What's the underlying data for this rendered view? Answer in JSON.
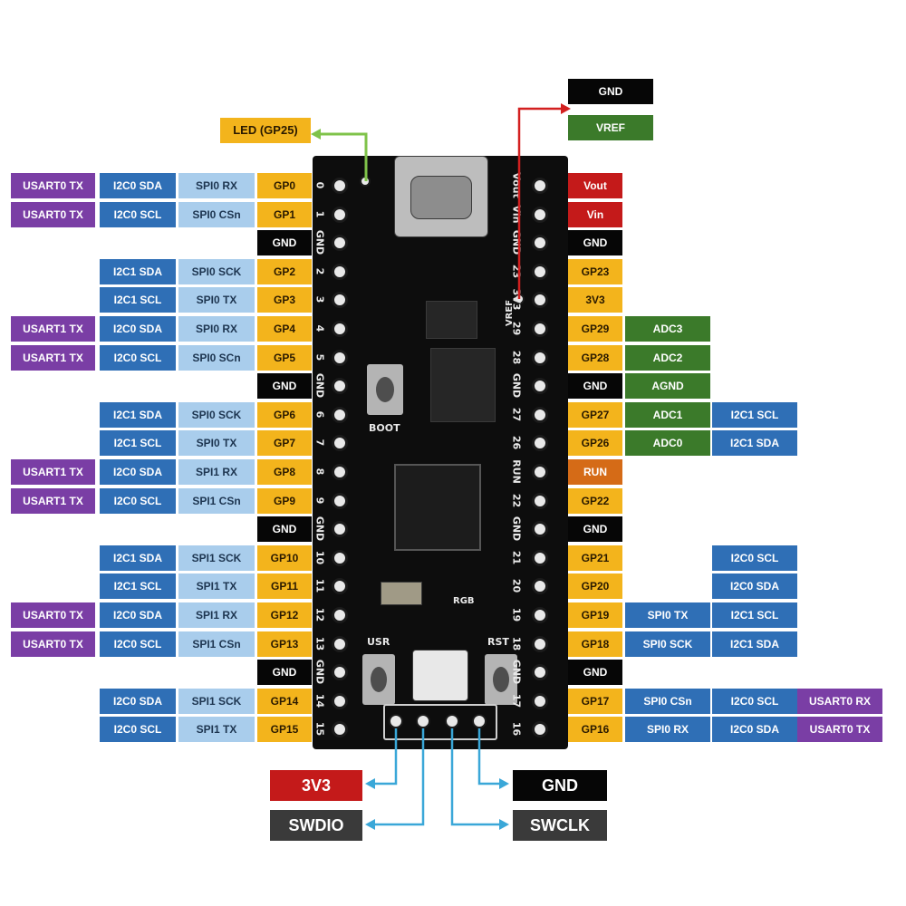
{
  "top": {
    "led": "LED (GP25)",
    "gnd": "GND",
    "vref": "VREF"
  },
  "left_rows": [
    {
      "uart": "USART0 TX",
      "i2c": "I2C0 SDA",
      "spi": "SPI0 RX",
      "gp": "GP0",
      "silk": "0"
    },
    {
      "uart": "USART0 TX",
      "i2c": "I2C0 SCL",
      "spi": "SPI0 CSn",
      "gp": "GP1",
      "silk": "1"
    },
    {
      "gp": "GND",
      "silk": "GND",
      "gnd": true
    },
    {
      "i2c": "I2C1 SDA",
      "spi": "SPI0 SCK",
      "gp": "GP2",
      "silk": "2"
    },
    {
      "i2c": "I2C1 SCL",
      "spi": "SPI0 TX",
      "gp": "GP3",
      "silk": "3"
    },
    {
      "uart": "USART1 TX",
      "i2c": "I2C0 SDA",
      "spi": "SPI0 RX",
      "gp": "GP4",
      "silk": "4"
    },
    {
      "uart": "USART1 TX",
      "i2c": "I2C0 SCL",
      "spi": "SPI0 SCn",
      "gp": "GP5",
      "silk": "5"
    },
    {
      "gp": "GND",
      "silk": "GND",
      "gnd": true
    },
    {
      "i2c": "I2C1 SDA",
      "spi": "SPI0 SCK",
      "gp": "GP6",
      "silk": "6"
    },
    {
      "i2c": "I2C1 SCL",
      "spi": "SPI0 TX",
      "gp": "GP7",
      "silk": "7"
    },
    {
      "uart": "USART1 TX",
      "i2c": "I2C0 SDA",
      "spi": "SPI1 RX",
      "gp": "GP8",
      "silk": "8"
    },
    {
      "uart": "USART1 TX",
      "i2c": "I2C0 SCL",
      "spi": "SPI1 CSn",
      "gp": "GP9",
      "silk": "9"
    },
    {
      "gp": "GND",
      "silk": "GND",
      "gnd": true
    },
    {
      "i2c": "I2C1 SDA",
      "spi": "SPI1 SCK",
      "gp": "GP10",
      "silk": "10"
    },
    {
      "i2c": "I2C1 SCL",
      "spi": "SPI1 TX",
      "gp": "GP11",
      "silk": "11"
    },
    {
      "uart": "USART0 TX",
      "i2c": "I2C0 SDA",
      "spi": "SPI1 RX",
      "gp": "GP12",
      "silk": "12"
    },
    {
      "uart": "USART0 TX",
      "i2c": "I2C0 SCL",
      "spi": "SPI1 CSn",
      "gp": "GP13",
      "silk": "13"
    },
    {
      "gp": "GND",
      "silk": "GND",
      "gnd": true
    },
    {
      "i2c": "I2C0 SDA",
      "spi": "SPI1 SCK",
      "gp": "GP14",
      "silk": "14"
    },
    {
      "i2c": "I2C0 SCL",
      "spi": "SPI1 TX",
      "gp": "GP15",
      "silk": "15"
    }
  ],
  "right_rows": [
    {
      "gp": "Vout",
      "silk": "Vout",
      "cls": "pwr"
    },
    {
      "gp": "Vin",
      "silk": "Vin",
      "cls": "pwr"
    },
    {
      "gp": "GND",
      "silk": "GND",
      "cls": "gnd"
    },
    {
      "gp": "GP23",
      "silk": "23",
      "cls": "gp"
    },
    {
      "gp": "3V3",
      "silk": "3V3",
      "cls": "gp"
    },
    {
      "gp": "GP29",
      "silk": "29",
      "cls": "gp",
      "adc": "ADC3"
    },
    {
      "gp": "GP28",
      "silk": "28",
      "cls": "gp",
      "adc": "ADC2"
    },
    {
      "gp": "GND",
      "silk": "GND",
      "cls": "gnd",
      "adc": "AGND"
    },
    {
      "gp": "GP27",
      "silk": "27",
      "cls": "gp",
      "adc": "ADC1",
      "i2c": "I2C1 SCL"
    },
    {
      "gp": "GP26",
      "silk": "26",
      "cls": "gp",
      "adc": "ADC0",
      "i2c": "I2C1 SDA"
    },
    {
      "gp": "RUN",
      "silk": "RUN",
      "cls": "run"
    },
    {
      "gp": "GP22",
      "silk": "22",
      "cls": "gp"
    },
    {
      "gp": "GND",
      "silk": "GND",
      "cls": "gnd"
    },
    {
      "gp": "GP21",
      "silk": "21",
      "cls": "gp",
      "i2c": "I2C0 SCL"
    },
    {
      "gp": "GP20",
      "silk": "20",
      "cls": "gp",
      "i2c": "I2C0 SDA"
    },
    {
      "gp": "GP19",
      "silk": "19",
      "cls": "gp",
      "spi": "SPI0 TX",
      "i2c": "I2C1 SCL"
    },
    {
      "gp": "GP18",
      "silk": "18",
      "cls": "gp",
      "spi": "SPI0 SCK",
      "i2c": "I2C1 SDA"
    },
    {
      "gp": "GND",
      "silk": "GND",
      "cls": "gnd"
    },
    {
      "gp": "GP17",
      "silk": "17",
      "cls": "gp",
      "spi": "SPI0 CSn",
      "i2c": "I2C0 SCL",
      "uart": "USART0 RX"
    },
    {
      "gp": "GP16",
      "silk": "16",
      "cls": "gp",
      "spi": "SPI0 RX",
      "i2c": "I2C0 SDA",
      "uart": "USART0 TX"
    }
  ],
  "bottom": {
    "v3v3": "3V3",
    "swdio": "SWDIO",
    "gnd": "GND",
    "swclk": "SWCLK"
  },
  "board_text": {
    "boot": "BOOT",
    "usr": "USR",
    "rst": "RST",
    "rgb": "RGB",
    "vref": "VREF"
  },
  "colors": {
    "uart": "#7a3ea5",
    "i2c": "#2f6fb6",
    "spi": "#a9cdec",
    "gp": "#f3b41c",
    "gnd": "#060606",
    "pwr": "#c41a1a",
    "adc": "#3b7a2a",
    "run": "#d56b17",
    "swd_wire": "#3aa7d8",
    "led_wire": "#7fc34a",
    "vref_wire": "#d32020"
  }
}
